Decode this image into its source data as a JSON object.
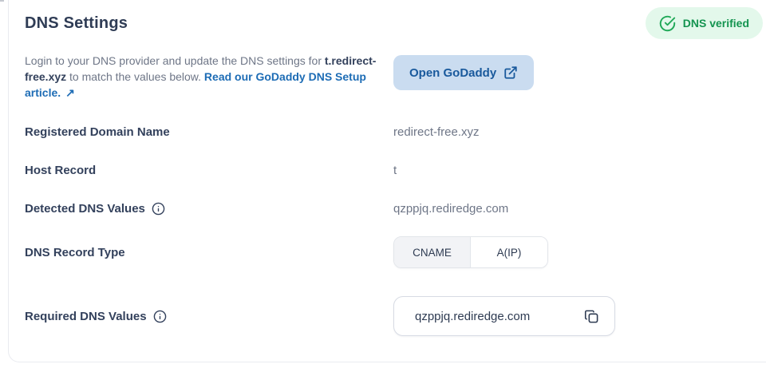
{
  "page": {
    "title": "DNS Settings"
  },
  "badge": {
    "label": "DNS verified",
    "bg": "#e3f8eb",
    "text_color": "#149450"
  },
  "description": {
    "part1": "Login to your DNS provider and update the DNS settings for ",
    "domain": "t.redirect-free.xyz",
    "part2": " to match the values below. ",
    "link_text": "Read our GoDaddy DNS Setup article.",
    "arrow": "↗"
  },
  "open_button": {
    "label": "Open GoDaddy"
  },
  "rows": [
    {
      "label": "Registered Domain Name",
      "value": "redirect-free.xyz"
    },
    {
      "label": "Host Record",
      "value": "t"
    },
    {
      "label": "Detected DNS Values",
      "value": "qzppjq.rediredge.com"
    }
  ],
  "record_type": {
    "label": "DNS Record Type",
    "options": [
      "CNAME",
      "A(IP)"
    ],
    "selected": "CNAME"
  },
  "required": {
    "label": "Required DNS Values",
    "value": "qzppjq.rediredge.com"
  },
  "colors": {
    "accent_blue": "#19599c",
    "button_bg": "#cadcf0",
    "link_blue": "#1d6cb5",
    "green": "#1fa857",
    "badge_bg": "#e3f8eb",
    "label_navy": "#33415c",
    "value_gray": "#6e7687",
    "border_gray": "#e2e5ea"
  }
}
